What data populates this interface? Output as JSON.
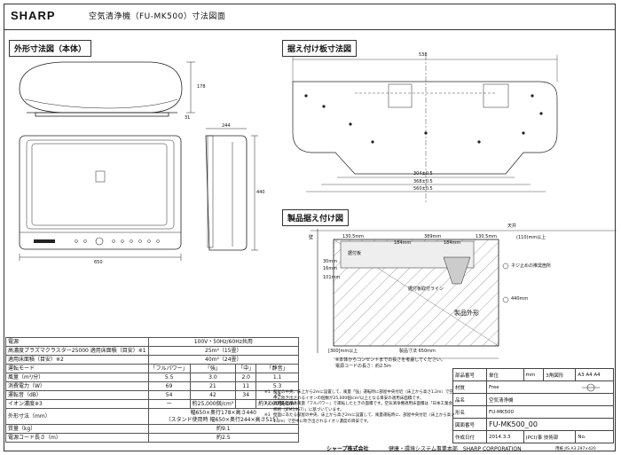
{
  "header": {
    "logo": "SHARP",
    "title": "空気清浄機（FU-MK500）寸法図面"
  },
  "sections": {
    "exterior": "外形寸法図（本体）",
    "plate": "据え付け板寸法図",
    "install": "製品据え付け図"
  },
  "dims": {
    "height": "178",
    "depth_small": "31",
    "width": "650",
    "side_height": "440",
    "side_depth": "244",
    "plate_top": "538",
    "plate_b1": "304±0.5",
    "plate_b2": "368±0.5",
    "plate_b3": "560±0.5"
  },
  "install": {
    "ceiling": "天井",
    "wall": "壁",
    "d1": "130.5mm",
    "d2": "389mm",
    "d3": "130.5mm",
    "d4": "184mm",
    "d5": "184mm",
    "d6": "30mm",
    "d7": "16mm",
    "d8": "101mm",
    "top_gap": "(110)mm以上",
    "screw": "ネジ止めの推奨箇所",
    "product_h": "製品外形",
    "h_440": "440mm",
    "plate_label": "据付板",
    "line_label": "据付板取付ライン",
    "floor_gap": "[300]mm以上",
    "w_total": "製品寸法 650mm",
    "note1": "※本体からコンセントまでの長さを考慮してください。",
    "note2": "電源コードの長さ：約2.5m"
  },
  "spec": {
    "rows": [
      [
        "電源",
        "100V・50Hz/60Hz共用"
      ],
      [
        "高濃度プラズマクラスター25000\n適用床面積（目安）※1",
        "25m²（15畳）"
      ],
      [
        "適用床面積（目安）※2",
        "40m²（24畳）"
      ]
    ],
    "op_header": [
      "運転モード",
      "「フルパワー」",
      "「強」",
      "「中」",
      "「静音」"
    ],
    "op_rows": [
      [
        "風量（m³/分）",
        "5.5",
        "3.0",
        "2.0",
        "1.1"
      ],
      [
        "消費電力（W）",
        "69",
        "21",
        "11",
        "5.3"
      ],
      [
        "運転音（dB）",
        "54",
        "42",
        "34",
        "24"
      ],
      [
        "イオン濃度※3",
        "ー",
        "約25,000個/cm³",
        "",
        "約7,000個/cm³"
      ]
    ],
    "tail": [
      [
        "外形寸法（mm）",
        "幅650×奥行178×高さ440\n（スタンド使用時 幅650×奥行244×高さ515）"
      ],
      [
        "質量（kg）",
        "約9.1"
      ],
      [
        "電源コード長さ（m）",
        "約2.5"
      ]
    ]
  },
  "notes": [
    [
      "※1",
      "部屋の中央、床上から2mに設置して、風量「強」運転時に部屋中央付近（床上から高さ1.2m）で空中に吹き出されるイオンの個数が25,000個/cm³以上となる目安の適用床面積です。"
    ],
    [
      "※2",
      "適用床面積は風量「フルパワー」で運転したときの面積です。空気清浄機適用床面積は「日本工業会規格（JEM1467）」に基づいています。"
    ],
    [
      "※3",
      "壁面にあたる部屋の中央、床上から高さ2mに設置して、風量運転時に、部屋中央付近（床上から高さ1.2m）で空中に吹き出されるイオン濃度の目安です。"
    ]
  ],
  "titleblock": {
    "r1": [
      "部品番号",
      "単位",
      "mm",
      "3角図形",
      "A3 A4 A4"
    ],
    "r2": [
      "材質",
      "Free"
    ],
    "r3": [
      "品名",
      "空気清浄機"
    ],
    "r4": [
      "形名",
      "FU-MK500"
    ],
    "r5": [
      "図面番号",
      "FU-MK500_00"
    ],
    "r6": [
      "作成日付",
      "2014.3.3",
      "(PCI)事 技術部",
      "No."
    ]
  },
  "footer": {
    "company": "シャープ株式会社",
    "dept": "健康・環境システム事業本部　SHARP CORPORATION",
    "paper": "用紙 JIS A3 297×420"
  }
}
